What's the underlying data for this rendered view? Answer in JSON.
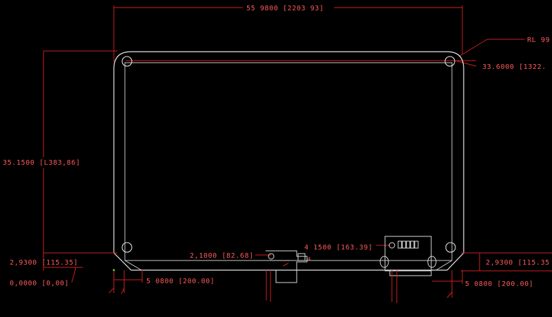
{
  "drawing": {
    "background": "#000000",
    "dimension_color": "#d11f1f",
    "text_color": "#ff5a5a",
    "outline_color": "#e8e8e8",
    "origin_marker_color": "#3cff3c"
  },
  "dimensions": {
    "overall_width": "55 9800 [2203 93]",
    "corner_radius": "RL 99",
    "hole_spacing_horizontal": "33.6000 [1322.",
    "overall_height": "35.1500 [L383,86]",
    "bottom_left_hole_offset": "2,9300 [115.35]",
    "origin": "0,0000 [0,00]",
    "bottom_left_edge_offset": "5 0800 [200.00]",
    "connector_left_offset": "2,1000 [82.68]",
    "connector_spacing": "4 1500 [163.39]",
    "bottom_right_hole_offset": "2,9300 [115.35",
    "bottom_right_edge_offset": "5 0800 [200.00]"
  },
  "components": {
    "small_part_mark": "4"
  }
}
